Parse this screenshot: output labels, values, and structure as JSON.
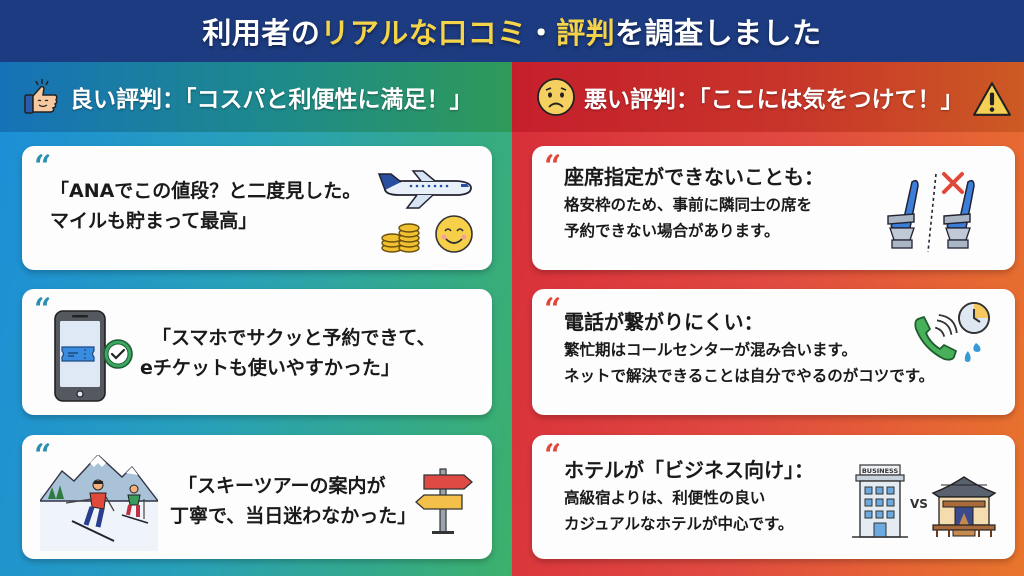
{
  "header": {
    "title_parts": [
      "利用者の",
      "リアルな口コミ",
      "・",
      "評判",
      "を調査しました"
    ]
  },
  "colors": {
    "header_bg": "#1d3b80",
    "highlight_yellow": "#f6d44a",
    "good_quote": "#2a8fb0",
    "bad_quote": "#e0483a"
  },
  "good": {
    "heading": "良い評判：「コスパと利便性に満足！」",
    "icon": "thumbs-up-icon",
    "cards": [
      {
        "lines": [
          "「ANAでこの値段？と二度見した。",
          "マイルも貯まって最高」"
        ],
        "icons": [
          "airplane-icon",
          "coins-icon",
          "smiley-icon"
        ]
      },
      {
        "lines": [
          "「スマホでサクッと予約できて、",
          "eチケットも使いやすかった」"
        ],
        "icons": [
          "smartphone-ticket-icon",
          "checkmark-icon"
        ]
      },
      {
        "lines": [
          "「スキーツアーの案内が",
          "丁寧で、当日迷わなかった」"
        ],
        "icons": [
          "skiers-mountain-icon",
          "signpost-icon"
        ]
      }
    ]
  },
  "bad": {
    "heading": "悪い評判：「ここには気をつけて！」",
    "icon": "worried-face-icon",
    "warning_icon": "warning-icon",
    "cards": [
      {
        "title": "座席指定ができないことも：",
        "lines": [
          "格安枠のため、事前に隣同士の席を",
          "予約できない場合があります。"
        ],
        "icons": [
          "airplane-seats-icon",
          "cross-icon"
        ]
      },
      {
        "title": "電話が繋がりにくい：",
        "lines": [
          "繁忙期はコールセンターが混み合います。",
          "ネットで解決できることは自分でやるのがコツです。"
        ],
        "icons": [
          "phone-ringing-icon",
          "clock-icon",
          "sweat-drops-icon"
        ]
      },
      {
        "title": "ホテルが「ビジネス向け」：",
        "lines": [
          "高級宿よりは、利便性の良い",
          "カジュアルなホテルが中心です。"
        ],
        "icons": [
          "business-hotel-icon",
          "ryokan-icon"
        ],
        "hotel_sign": "BUSINESS",
        "vs_label": "VS"
      }
    ]
  },
  "quote_mark": "“"
}
